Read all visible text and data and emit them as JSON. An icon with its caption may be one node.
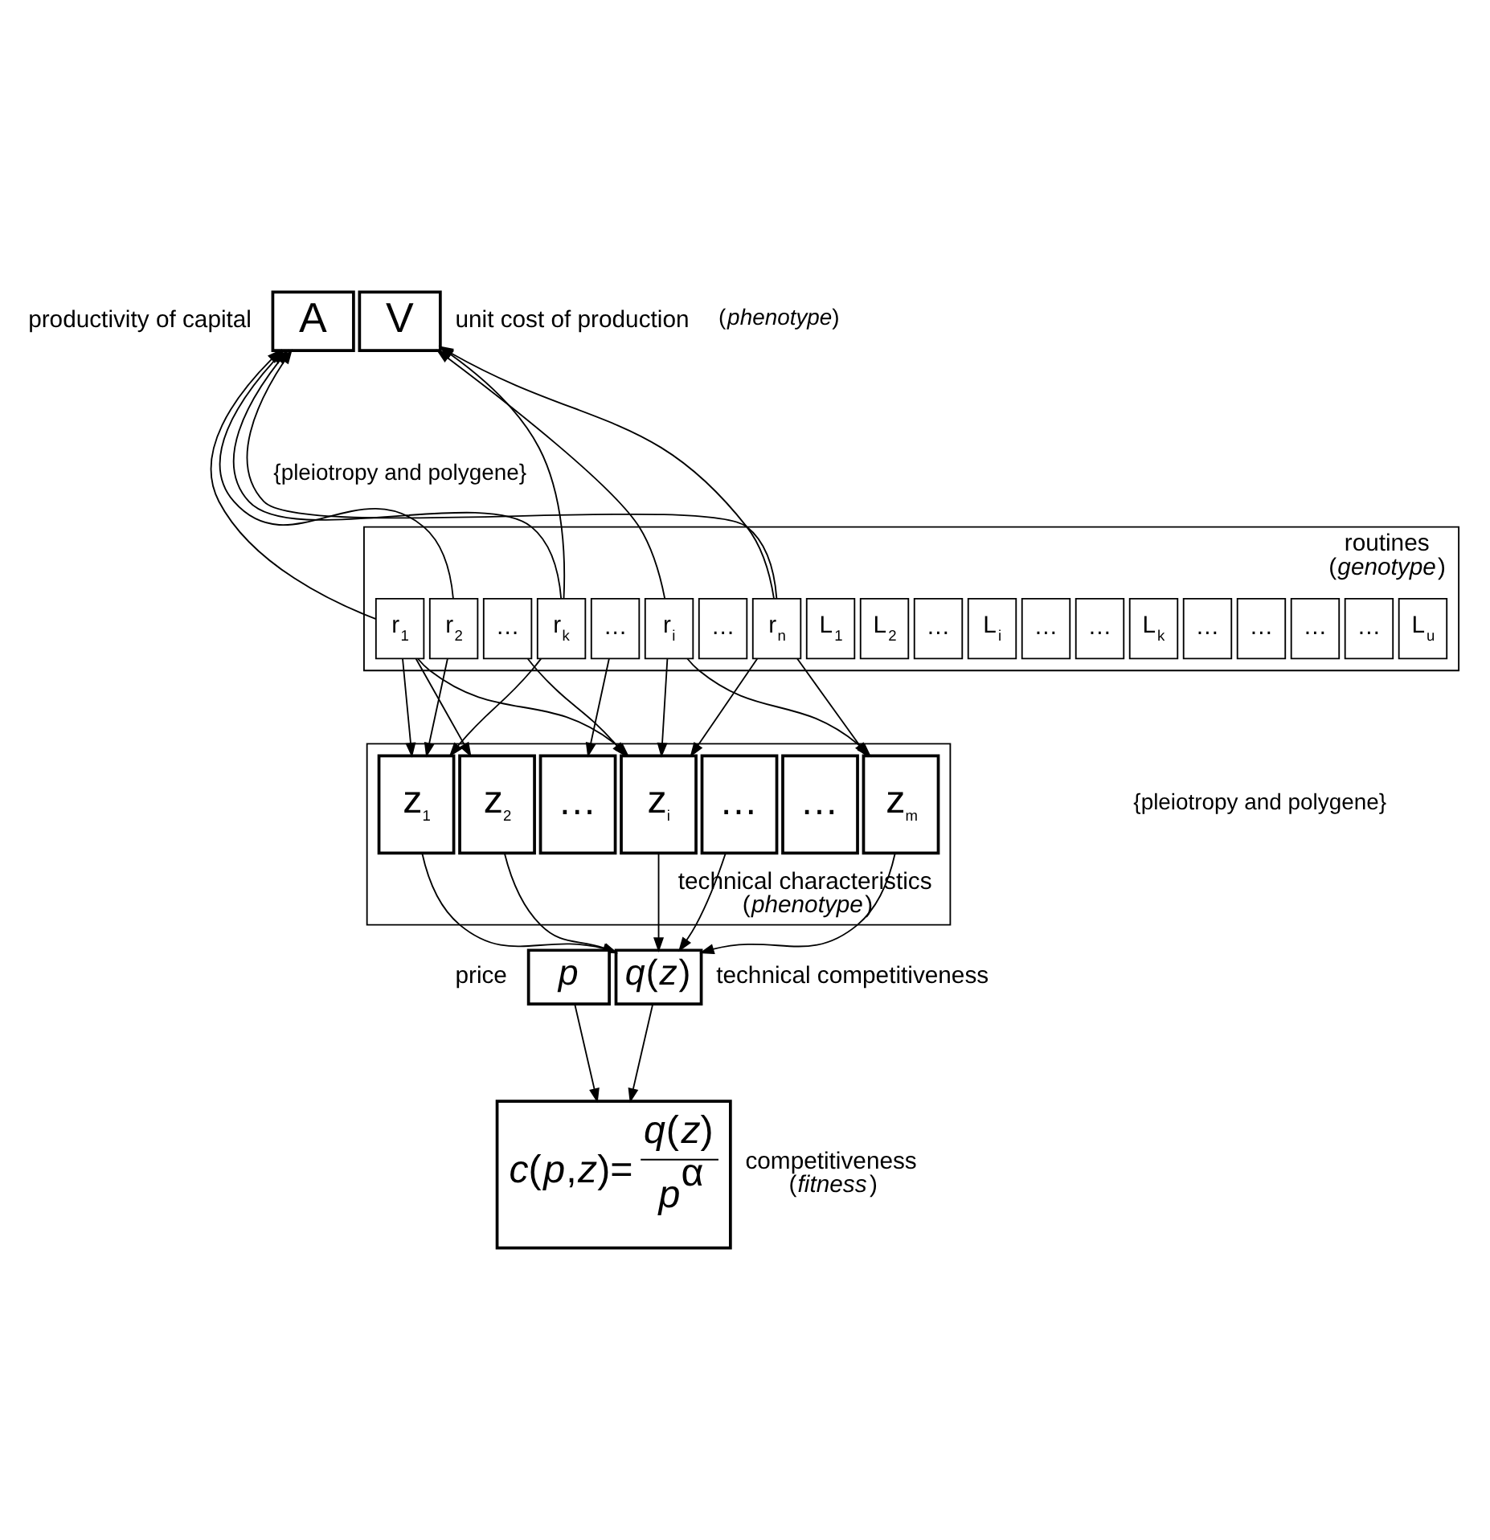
{
  "diagram": {
    "nodes": [
      {
        "text": [
          "A"
        ],
        "beside": [
          "productivity of capital"
        ]
      },
      {
        "text": [
          "V"
        ],
        "beside": [
          "unit cost of production"
        ]
      },
      {
        "text": [
          "routines"
        ],
        "beside": [
          "(*genotype*)"
        ]
      },
      {
        "text": [
          "r$_{1}$"
        ],
        "in": 2
      },
      {
        "text": [
          "r$_{2}$"
        ],
        "in": 2
      },
      {
        "text": [
          "…"
        ],
        "in": 2
      },
      {
        "text": [
          "r$_{k}$"
        ],
        "in": 2
      },
      {
        "text": [
          "…"
        ],
        "in": 2
      },
      {
        "text": [
          "r$_{i}$"
        ],
        "in": 2
      },
      {
        "text": [
          "…"
        ],
        "in": 2
      },
      {
        "text": [
          "r$_{n}$"
        ],
        "in": 2
      },
      {
        "text": [
          "L$_{1}$"
        ],
        "in": 2
      },
      {
        "text": [
          "L$_{2}$"
        ],
        "in": 2
      },
      {
        "text": [
          "…"
        ],
        "in": 2
      },
      {
        "text": [
          "L$_{i}$"
        ],
        "in": 2
      },
      {
        "text": [
          "…"
        ],
        "in": 2
      },
      {
        "text": [
          "…"
        ],
        "in": 2
      },
      {
        "text": [
          "L$_{k}$"
        ],
        "in": 2
      },
      {
        "text": [
          "…"
        ],
        "in": 2
      },
      {
        "text": [
          "…"
        ],
        "in": 2
      },
      {
        "text": [
          "…"
        ],
        "in": 2
      },
      {
        "text": [
          "…"
        ],
        "in": 2
      },
      {
        "text": [
          "L$_{u}$"
        ],
        "in": 2
      },
      {
        "text": [
          "technical characteristics"
        ],
        "beside": [
          "(*phenotype*)"
        ]
      },
      {
        "text": [
          "z$_{1}$"
        ],
        "in": 23
      },
      {
        "text": [
          "z$_{2}$"
        ],
        "in": 23
      },
      {
        "text": [
          "…"
        ],
        "in": 23
      },
      {
        "text": [
          "z$_{i}$"
        ],
        "in": 23
      },
      {
        "text": [
          "…"
        ],
        "in": 23
      },
      {
        "text": [
          "…"
        ],
        "in": 23
      },
      {
        "text": [
          "z$_{m}$"
        ],
        "in": 23
      },
      {
        "text": [
          "*p*"
        ],
        "beside": [
          "price"
        ]
      },
      {
        "text": [
          "*q*(*z*)"
        ],
        "beside": [
          "technical competitiveness"
        ]
      },
      {
        "text": [
          "*c*(*p*,*z*)=",
          "*q*(*z*)",
          "*p*$^{α}$"
        ],
        "beside": [
          "competitiveness",
          "(*fitness*)"
        ]
      }
    ],
    "edges": [
      {
        "from": 3,
        "to": 0,
        "arrow": "to"
      },
      {
        "from": 4,
        "to": 0,
        "arrow": "to"
      },
      {
        "from": 6,
        "to": 0,
        "arrow": "to"
      },
      {
        "from": 10,
        "to": 0,
        "arrow": "to"
      },
      {
        "from": 6,
        "to": 1,
        "arrow": "to"
      },
      {
        "from": 8,
        "to": 1,
        "arrow": "to"
      },
      {
        "from": 10,
        "to": 1,
        "arrow": "to"
      },
      {
        "from": 3,
        "to": 24,
        "arrow": "to"
      },
      {
        "from": 3,
        "to": 25,
        "arrow": "to"
      },
      {
        "from": 3,
        "to": 27,
        "arrow": "to"
      },
      {
        "from": 4,
        "to": 24,
        "arrow": "to"
      },
      {
        "from": 5,
        "to": 27,
        "arrow": "to"
      },
      {
        "from": 6,
        "to": 24,
        "arrow": "to"
      },
      {
        "from": 7,
        "to": 26,
        "arrow": "to"
      },
      {
        "from": 8,
        "to": 27,
        "arrow": "to"
      },
      {
        "from": 8,
        "to": 30,
        "arrow": "to"
      },
      {
        "from": 10,
        "to": 27,
        "arrow": "to"
      },
      {
        "from": 10,
        "to": 30,
        "arrow": "to"
      },
      {
        "from": 24,
        "to": 32,
        "arrow": "to"
      },
      {
        "from": 25,
        "to": 32,
        "arrow": "to"
      },
      {
        "from": 27,
        "to": 32,
        "arrow": "to"
      },
      {
        "from": 28,
        "to": 32,
        "arrow": "to"
      },
      {
        "from": 30,
        "to": 32,
        "arrow": "to"
      },
      {
        "from": 31,
        "to": 33,
        "arrow": "to"
      },
      {
        "from": 32,
        "to": 33,
        "arrow": "to"
      }
    ],
    "labels": [
      "(*phenotype*)",
      "{pleiotropy and polygene}",
      "{pleiotropy and polygene}"
    ]
  }
}
